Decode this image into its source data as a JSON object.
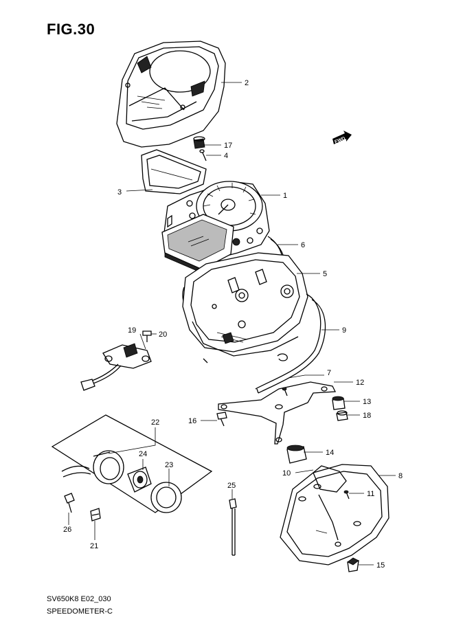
{
  "figure": {
    "title": "FIG.30"
  },
  "footer": {
    "code": "SV650K8 E02_030",
    "name": "SPEEDOMETER-C"
  },
  "fwd_badge": "FWD",
  "callouts": {
    "p1": "1",
    "p2": "2",
    "p3": "3",
    "p4": "4",
    "p5": "5",
    "p6": "6",
    "p7": "7",
    "p8": "8",
    "p9": "9",
    "p10": "10",
    "p11": "11",
    "p12": "12",
    "p13": "13",
    "p14": "14",
    "p15": "15",
    "p16": "16",
    "p17": "17",
    "p18": "18",
    "p19": "19",
    "p20": "20",
    "p21": "21",
    "p22": "22",
    "p23": "23",
    "p24": "24",
    "p25": "25",
    "p26": "26"
  }
}
